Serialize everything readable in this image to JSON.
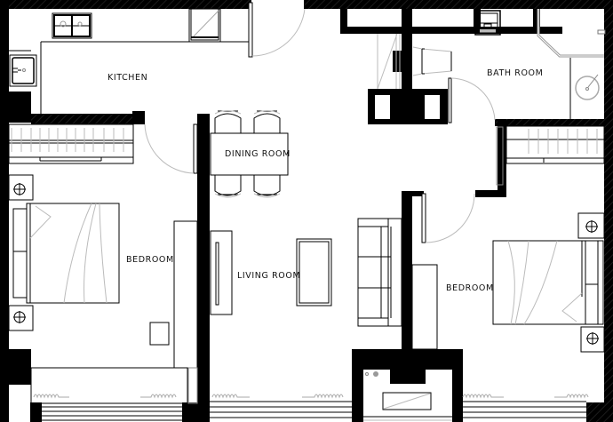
{
  "plan": {
    "type": "apartment floor plan",
    "colors": {
      "wall": "#000000",
      "line": "#000000",
      "fixture_line": "#bdbdbd",
      "background": "#ffffff"
    },
    "rooms": [
      {
        "id": "kitchen",
        "label": "KITCHEN"
      },
      {
        "id": "dining",
        "label": "DINING ROOM"
      },
      {
        "id": "bath",
        "label": "BATH ROOM"
      },
      {
        "id": "bedroom_left",
        "label": "BEDROOM"
      },
      {
        "id": "living",
        "label": "LIVING ROOM"
      },
      {
        "id": "bedroom_right",
        "label": "BEDROOM"
      }
    ],
    "furniture": {
      "kitchen": [
        "stove-icon",
        "sink-icon",
        "fridge-icon",
        "counter"
      ],
      "dining": [
        "dining-table",
        "chair-icon x4"
      ],
      "bath": [
        "toilet-icon",
        "shower-icon",
        "basin-icon",
        "washer-icon"
      ],
      "bedroom_left": [
        "double-bed",
        "nightstand-lamp-icon x2",
        "wardrobe",
        "desk",
        "stool"
      ],
      "living": [
        "sofa",
        "coffee-table",
        "tv-unit"
      ],
      "bedroom_right": [
        "double-bed",
        "nightstand-lamp-icon x2",
        "wardrobe",
        "cabinet"
      ]
    }
  }
}
